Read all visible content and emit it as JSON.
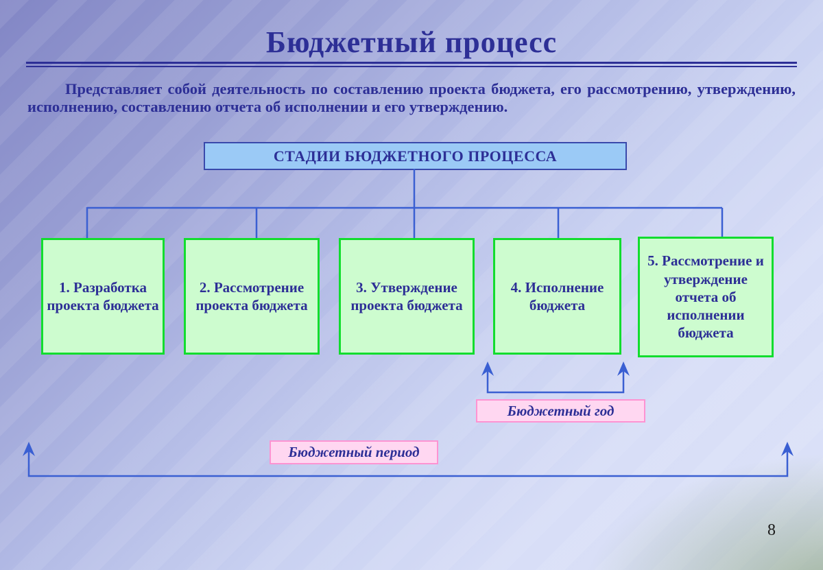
{
  "slide": {
    "title": "Бюджетный процесс",
    "intro": "Представляет собой деятельность по составлению проекта бюджета, его рассмотрению, утверждению, исполнению, составлению отчета об исполнении и его утверждению.",
    "page_number": "8"
  },
  "diagram": {
    "root_box_label": "СТАДИИ БЮДЖЕТНОГО ПРОЦЕССА",
    "stages": [
      {
        "label": "1. Разработка проекта бюджета"
      },
      {
        "label": "2. Рассмотрение проекта бюджета"
      },
      {
        "label": "3. Утверждение проекта бюджета"
      },
      {
        "label": "4. Исполнение бюджета"
      },
      {
        "label": "5. Рассмотрение и утверждение отчета об исполнении бюджета"
      }
    ],
    "budget_year_label": "Бюджетный год",
    "budget_period_label": "Бюджетный период"
  },
  "colors": {
    "navy_text": "#2d2f96",
    "connector": "#3a5fd2",
    "root_box_fill": "#9bcaf6",
    "root_box_border": "#3949ab",
    "stage_fill": "#cdfccf",
    "stage_border": "#12dd2e",
    "pink_fill": "#ffd7f1",
    "pink_border": "#ff93d2",
    "page_number_color": "#1a1a1a"
  }
}
